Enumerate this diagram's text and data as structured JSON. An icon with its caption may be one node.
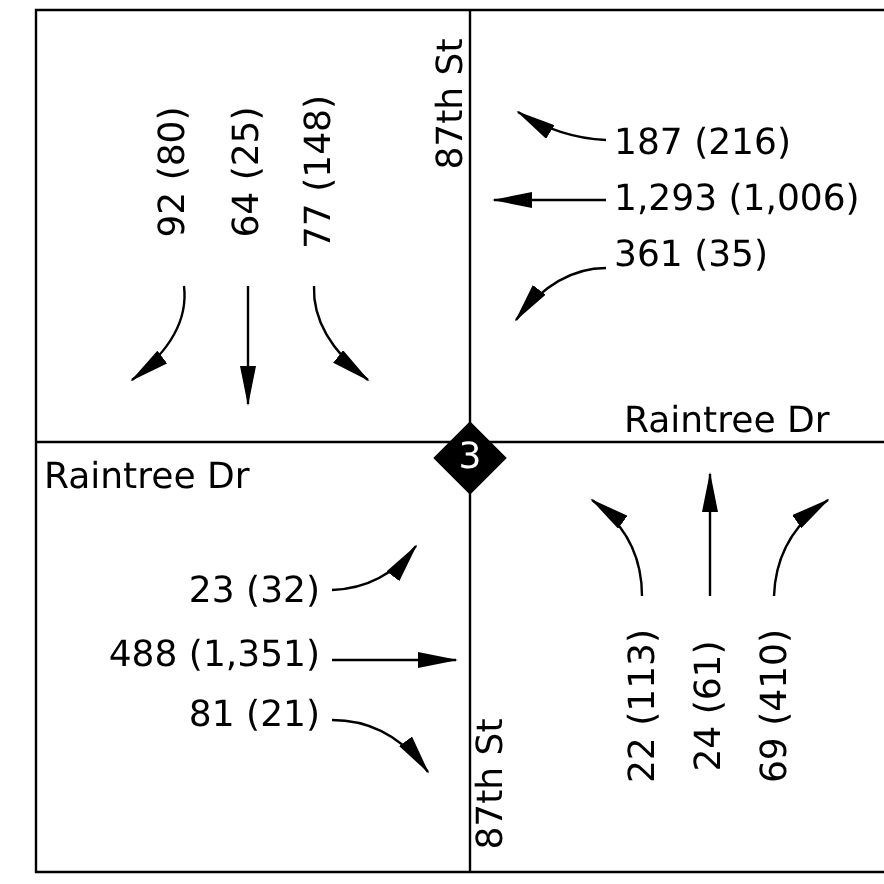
{
  "diagram": {
    "nodes": [
      {
        "text": [
          "3"
        ]
      },
      {
        "text": [
          "92 (80)"
        ]
      },
      {
        "text": [
          "64 (25)"
        ]
      },
      {
        "text": [
          "77 (148)"
        ]
      },
      {
        "text": [
          "187 (216)"
        ]
      },
      {
        "text": [
          "1,293 (1,006)"
        ]
      },
      {
        "text": [
          "361 (35)"
        ]
      },
      {
        "text": [
          "23 (32)"
        ]
      },
      {
        "text": [
          "488 (1,351)"
        ]
      },
      {
        "text": [
          "81 (21)"
        ]
      },
      {
        "text": [
          "22 (113)"
        ]
      },
      {
        "text": [
          "24 (61)"
        ]
      },
      {
        "text": [
          "69 (410)"
        ]
      }
    ],
    "edges": [
      {
        "from": 1,
        "to": null,
        "arrow": "to"
      },
      {
        "from": 2,
        "to": null,
        "arrow": "to"
      },
      {
        "from": 3,
        "to": null,
        "arrow": "to"
      },
      {
        "from": 4,
        "to": null,
        "arrow": "to"
      },
      {
        "from": 5,
        "to": null,
        "arrow": "to"
      },
      {
        "from": 6,
        "to": null,
        "arrow": "to"
      },
      {
        "from": 7,
        "to": null,
        "arrow": "to"
      },
      {
        "from": 8,
        "to": null,
        "arrow": "to"
      },
      {
        "from": 9,
        "to": null,
        "arrow": "to"
      },
      {
        "from": 10,
        "to": null,
        "arrow": "to"
      },
      {
        "from": 11,
        "to": null,
        "arrow": "to"
      },
      {
        "from": 12,
        "to": null,
        "arrow": "to"
      }
    ],
    "labels": [
      "87th St",
      "Raintree Dr",
      "Raintree Dr",
      "87th St"
    ]
  }
}
